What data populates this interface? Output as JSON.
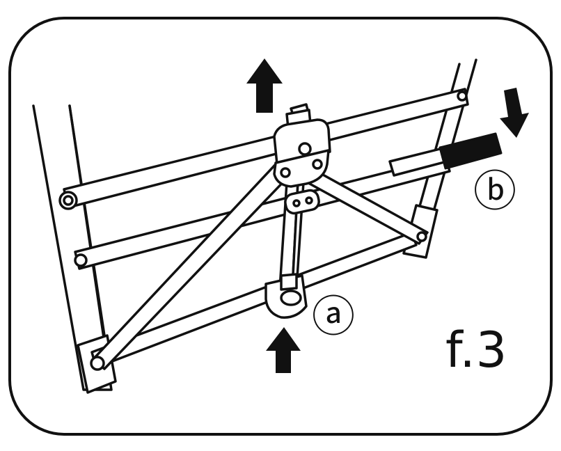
{
  "diagram": {
    "figure_number": "f.3",
    "label_a": "ⓐ",
    "label_b": "ⓑ",
    "callouts": [
      {
        "id": "up-arrow-top",
        "direction": "up",
        "icon": "arrow-up-icon"
      },
      {
        "id": "up-arrow-bottom",
        "direction": "up",
        "icon": "arrow-up-icon"
      },
      {
        "id": "down-arrow-right",
        "direction": "down",
        "icon": "arrow-down-icon"
      }
    ],
    "colors": {
      "ink": "#111111",
      "paper": "#ffffff",
      "handle": "#111111"
    }
  }
}
